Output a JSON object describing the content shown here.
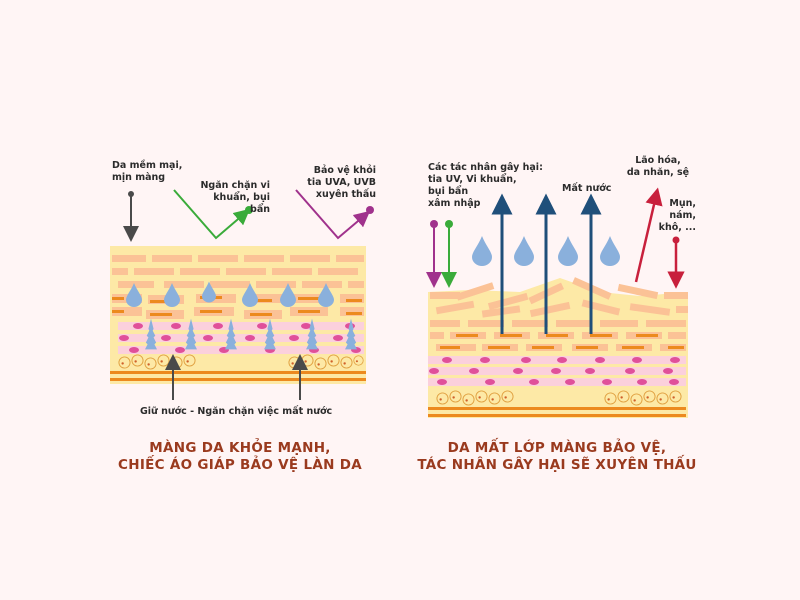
{
  "colors": {
    "background": "#fff5f5",
    "skin_base": "#fde9a6",
    "brick": "#fbc296",
    "brick_dark": "#f0a068",
    "orange_line": "#ec8a1e",
    "pink_cell": "#fbd0dc",
    "magenta_nucleus": "#e0509a",
    "water_blue": "#8ab0dc",
    "arrow_gray": "#4a4a4a",
    "arrow_green": "#3aab3a",
    "arrow_purple": "#a0328c",
    "arrow_navy": "#1f4f7a",
    "arrow_red": "#c8203c",
    "title_color": "#9a3a1e"
  },
  "left_panel": {
    "labels": {
      "soft_skin": [
        "Da mềm mại,",
        "mịn màng"
      ],
      "block_bacteria": [
        "Ngăn chặn vi",
        "khuẩn, bụi bẩn"
      ],
      "uv_protect": [
        "Bảo vệ khỏi",
        "tia UVA, UVB",
        "xuyên thấu"
      ],
      "retain_water": "Giữ nước - Ngăn chặn việc mất nước"
    },
    "title": [
      "MÀNG DA KHỎE MẠNH,",
      "CHIẾC ÁO GIÁP BẢO VỆ LÀN DA"
    ]
  },
  "right_panel": {
    "labels": {
      "harmful_agents": [
        "Các tác nhân gây hại:",
        "tia UV, Vi khuẩn,",
        "bụi bẩn",
        "xâm nhập"
      ],
      "water_loss": "Mất nước",
      "aging": [
        "Lão hóa,",
        "da nhăn, sệ"
      ],
      "acne": [
        "Mụn,",
        "nám,",
        "khô, ..."
      ]
    },
    "title": [
      "DA MẤT LỚP MÀNG BẢO VỆ,",
      "TÁC NHÂN GÂY HẠI SẼ XUYÊN THẤU"
    ]
  }
}
